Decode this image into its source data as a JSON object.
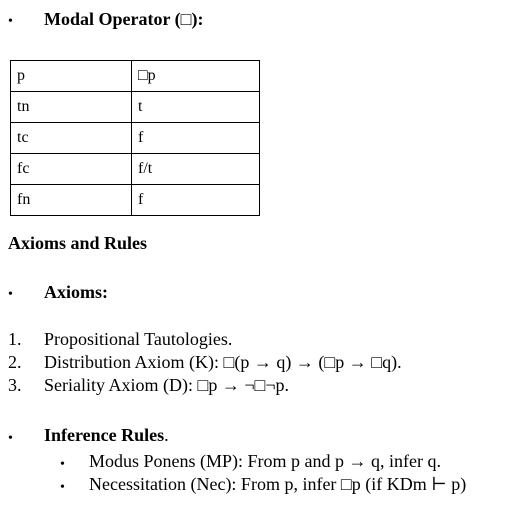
{
  "section1": {
    "bullet": "•",
    "heading": "Modal Operator (□):"
  },
  "table": {
    "header": [
      "p",
      "□p"
    ],
    "rows": [
      [
        "tn",
        "t"
      ],
      [
        "tc",
        "f"
      ],
      [
        "fc",
        "f/t"
      ],
      [
        "fn",
        "f"
      ]
    ]
  },
  "section2": {
    "heading": "Axioms and Rules"
  },
  "axioms": {
    "bullet": "•",
    "heading": "Axioms:",
    "items": [
      {
        "num": "1.",
        "text": "Propositional Tautologies."
      },
      {
        "num": "2.",
        "text": "Distribution Axiom (K): □(p → q) → (□p → □q)."
      },
      {
        "num": "3.",
        "text": "Seriality Axiom (D): □p → ¬□¬p."
      }
    ]
  },
  "inference": {
    "bullet": "•",
    "heading": "Inference Rules",
    "heading_suffix": ".",
    "items": [
      {
        "bullet": "•",
        "text": "Modus Ponens (MP): From p and p → q, infer q."
      },
      {
        "bullet": "•",
        "text": "Necessitation (Nec): From p, infer □p (if KDm ⊢ p)"
      }
    ]
  }
}
